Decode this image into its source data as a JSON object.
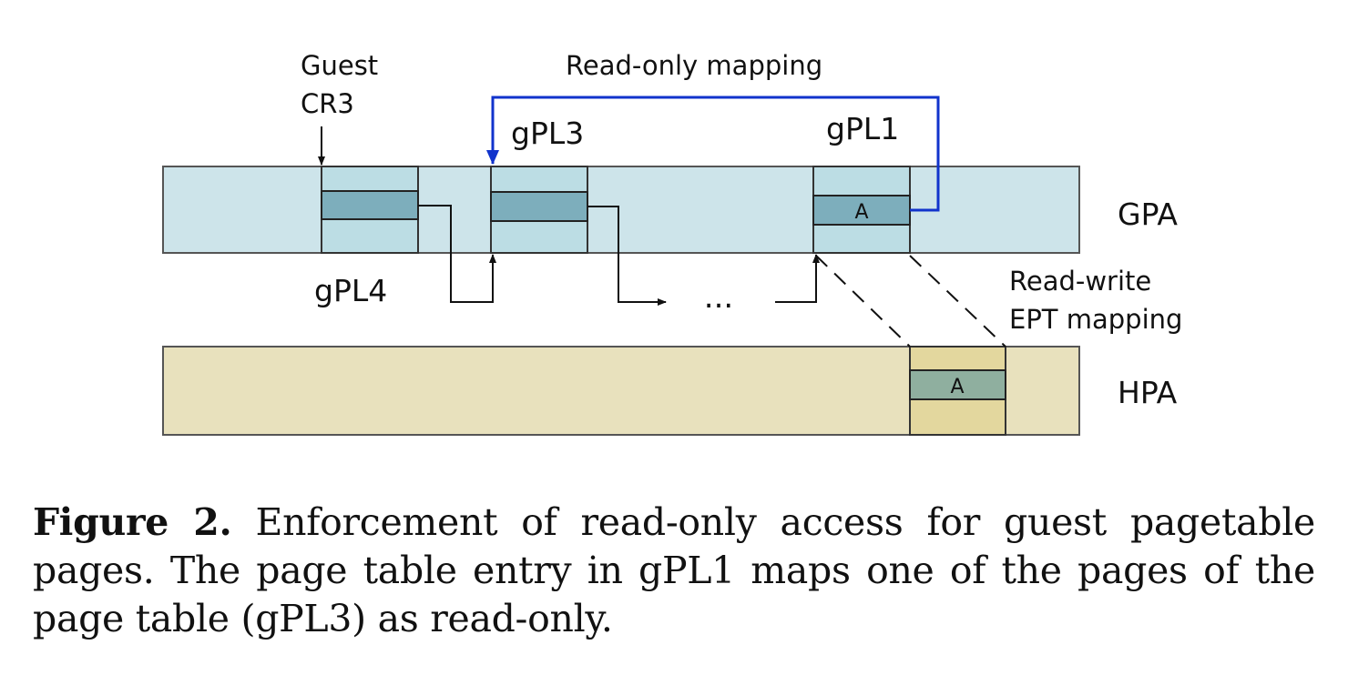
{
  "diagram": {
    "labels": {
      "guest_cr3_line1": "Guest",
      "guest_cr3_line2": "CR3",
      "read_only_mapping": "Read-only mapping",
      "gpl3": "gPL3",
      "gpl1": "gPL1",
      "gpl4": "gPL4",
      "gpa": "GPA",
      "hpa": "HPA",
      "read_write_line1": "Read-write",
      "read_write_line2": "EPT mapping",
      "ellipsis": "...",
      "entry_gpl1": "A",
      "entry_hpa": "A"
    },
    "colors": {
      "gpa_bar": "#cde4ea",
      "gpa_page": "#bcdde4",
      "gpa_entry": "#7daebc",
      "hpa_bar": "#e8e1bd",
      "hpa_page": "#e3d79e",
      "hpa_entry": "#8faf9f",
      "read_only_arrow": "#1133cc"
    }
  },
  "caption": {
    "label": "Figure 2.",
    "text": "Enforcement of read-only access for guest pagetable pages. The page table entry in gPL1 maps one of the pages of the page table (gPL3) as read-only."
  }
}
